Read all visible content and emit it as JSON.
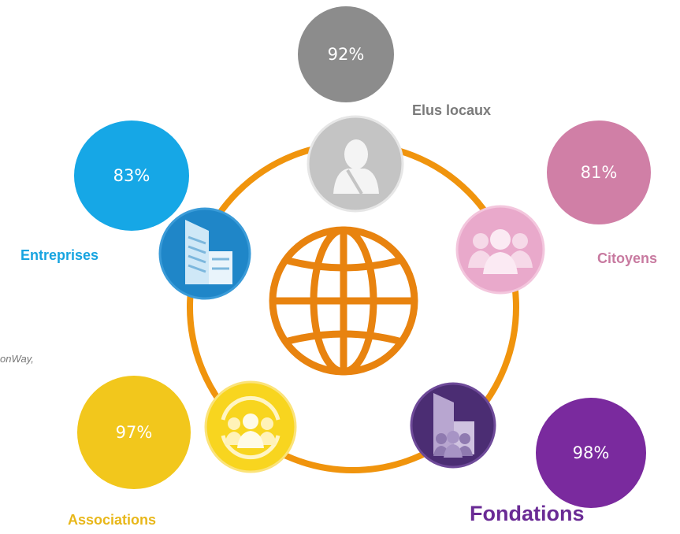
{
  "groups": {
    "elus": {
      "label": "Elus locaux",
      "percent": "92%",
      "color": "#8c8c8c",
      "label_color": "#7a7a7a"
    },
    "entreprises": {
      "label": "Entreprises",
      "percent": "83%",
      "color": "#16a7e6",
      "label_color": "#17a4e0"
    },
    "citoyens": {
      "label": "Citoyens",
      "percent": "81%",
      "color": "#d07fa6",
      "label_color": "#c87aa0"
    },
    "associations": {
      "label": "Associations",
      "percent": "97%",
      "color": "#f2c71c",
      "label_color": "#e8b71a"
    },
    "fondations": {
      "label": "Fondations",
      "percent": "98%",
      "color": "#7a2a9e",
      "label_color": "#6a2b95"
    }
  },
  "note": "onWay,",
  "colors": {
    "ring": "#f0940d",
    "globe": "#e8830f"
  },
  "icons": [
    "person-icon",
    "building-icon",
    "people-group-icon",
    "people-cycle-icon",
    "foundation-icon",
    "globe-icon"
  ]
}
